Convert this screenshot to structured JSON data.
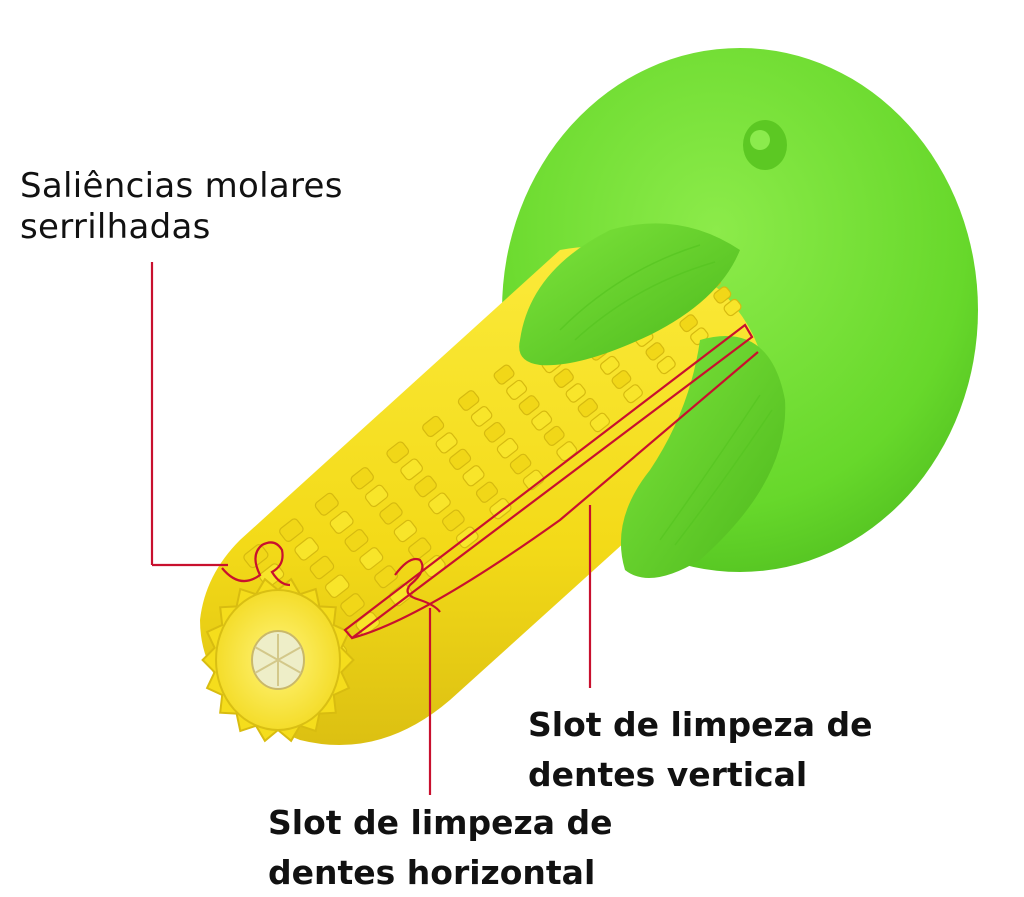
{
  "colors": {
    "cob_yellow": "#F7E21B",
    "cob_shadow": "#D9BE12",
    "leaf_green": "#6BDD2E",
    "leaf_dark": "#4CB81C",
    "callout_red": "#C8102E",
    "text": "#111111"
  },
  "labels": {
    "molar": {
      "line1": "Saliências molares",
      "line2": "serrilhadas"
    },
    "vertical": {
      "line1": "Slot de limpeza de",
      "line2": "dentes vertical"
    },
    "horizontal": {
      "line1": "Slot de limpeza de",
      "line2": "dentes horizontal"
    }
  }
}
